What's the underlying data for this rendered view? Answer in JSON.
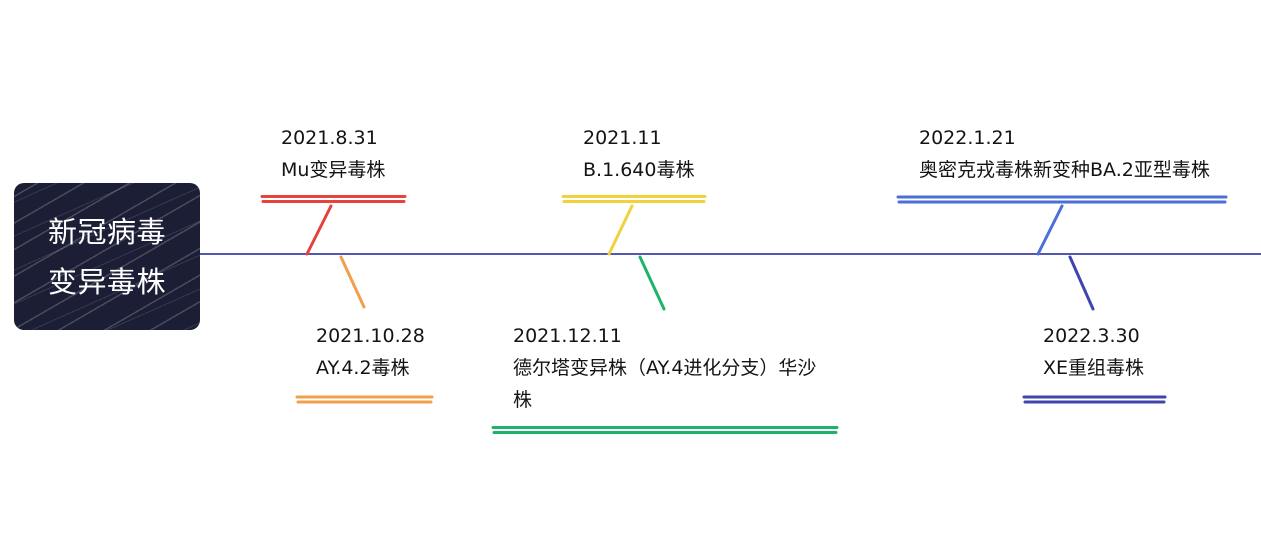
{
  "title": {
    "lines": [
      "新冠病毒",
      "变异毒株"
    ]
  },
  "colors": {
    "timeline": "#5257b0",
    "title_background": "#1b1e35",
    "title_text": "#ffffff"
  },
  "events": [
    {
      "date": "2021.8.31",
      "label": "Mu变异毒株",
      "color": "#e6433c"
    },
    {
      "date": "2021.10.28",
      "label": "AY.4.2毒株",
      "color": "#f0a04a"
    },
    {
      "date": "2021.11",
      "label": "B.1.640毒株",
      "color": "#f0d23c"
    },
    {
      "date": "2021.12.11",
      "label": "德尔塔变异株（AY.4进化分支）华沙株",
      "color": "#1db36b"
    },
    {
      "date": "2022.1.21",
      "label": "奥密克戎毒株新变种BA.2亚型毒株",
      "color": "#4a6fd6"
    },
    {
      "date": "2022.3.30",
      "label": "XE重组毒株",
      "color": "#4244ad"
    }
  ]
}
